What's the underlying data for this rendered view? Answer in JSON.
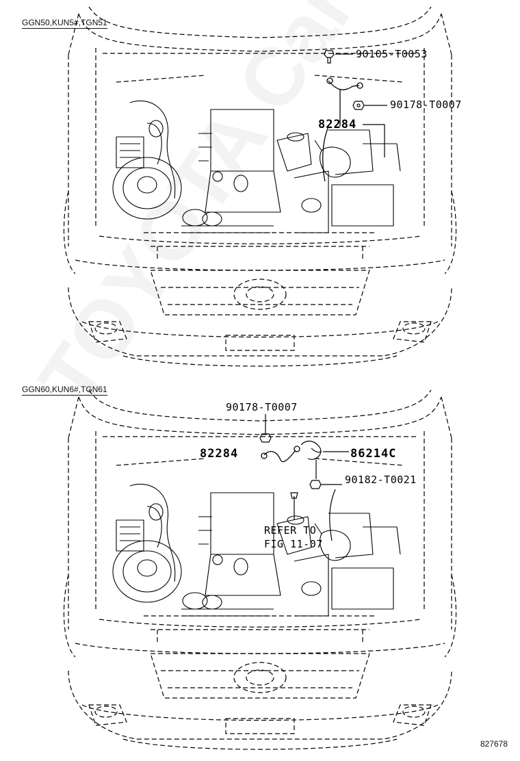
{
  "sections": [
    {
      "model_label": "GGN50,KUN5#,TGN51",
      "callouts": {
        "bolt": "90105-T0053",
        "nut": "90178-T0007",
        "wire": "82284"
      }
    },
    {
      "model_label": "GGN60,KUN6#,TGN61",
      "callouts": {
        "nut": "90178-T0007",
        "wire": "82284",
        "horn": "86214C",
        "bolt": "90182-T0021",
        "refer_line1": "REFER TO",
        "refer_line2": "FIG 11-07"
      }
    }
  ],
  "figure_number": "827678",
  "watermark": "TOYOTA Car Mir.ru"
}
